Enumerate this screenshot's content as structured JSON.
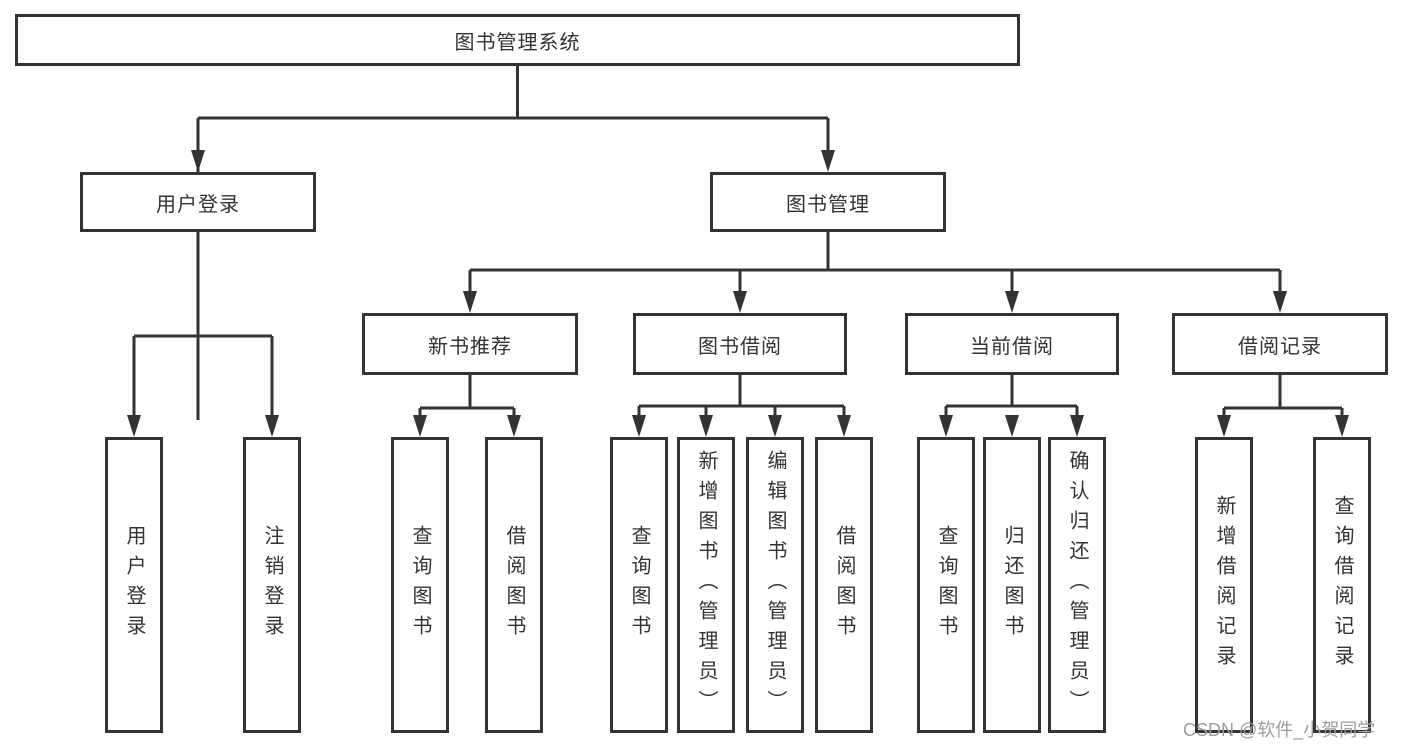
{
  "diagram": {
    "root": {
      "label": "图书管理系统"
    },
    "branches": [
      {
        "label": "用户登录",
        "children": [
          {
            "label": "用户登录"
          },
          {
            "label": "注销登录"
          }
        ]
      },
      {
        "label": "图书管理",
        "children": [
          {
            "label": "新书推荐",
            "children": [
              {
                "label": "查询图书"
              },
              {
                "label": "借阅图书"
              }
            ]
          },
          {
            "label": "图书借阅",
            "children": [
              {
                "label": "查询图书"
              },
              {
                "label": "新增图书（管理员）"
              },
              {
                "label": "编辑图书（管理员）"
              },
              {
                "label": "借阅图书"
              }
            ]
          },
          {
            "label": "当前借阅",
            "children": [
              {
                "label": "查询图书"
              },
              {
                "label": "归还图书"
              },
              {
                "label": "确认归还（管理员）"
              }
            ]
          },
          {
            "label": "借阅记录",
            "children": [
              {
                "label": "新增借阅记录"
              },
              {
                "label": "查询借阅记录"
              }
            ]
          }
        ]
      }
    ]
  },
  "watermark": {
    "text": "CSDN @软件_小贺同学"
  },
  "colors": {
    "line": "#333333",
    "box_border": "#333333",
    "text": "#333333",
    "background": "#ffffff",
    "watermark": "#9c9c9c"
  }
}
